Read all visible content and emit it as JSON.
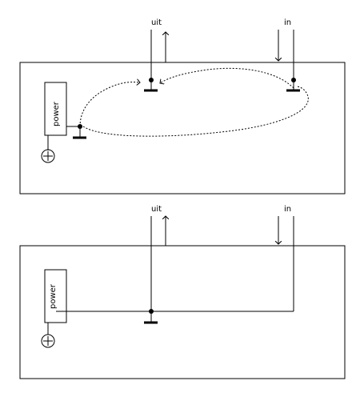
{
  "diagrams": [
    {
      "labels": {
        "out": "uit",
        "in": "in",
        "power": "power"
      }
    },
    {
      "labels": {
        "out": "uit",
        "in": "in",
        "power": "power"
      }
    }
  ]
}
